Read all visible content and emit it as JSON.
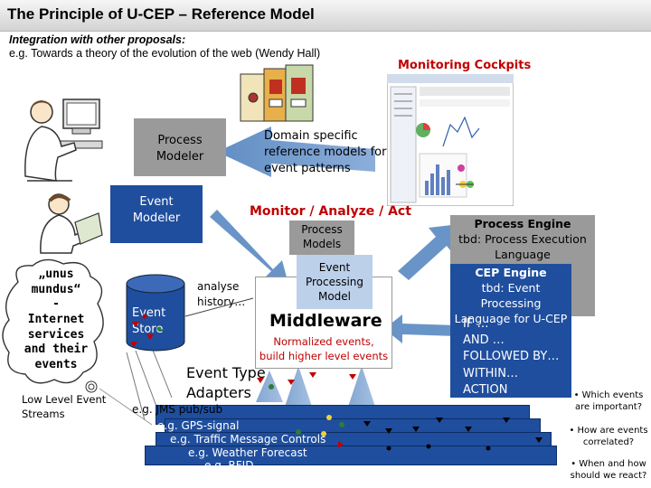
{
  "title": "The Principle of U-CEP – Reference Model",
  "subtitle_line1": "Integration with other proposals:",
  "subtitle_line2": "e.g. Towards a theory of the evolution of the web (Wendy Hall)",
  "labels": {
    "monitoring_cockpits": "Monitoring Cockpits",
    "monitor_analyze_act": "Monitor / Analyze / Act",
    "domain_specific": [
      "Domain specific",
      "reference models for",
      "event patterns"
    ],
    "process_modeler": [
      "Process",
      "Modeler"
    ],
    "event_modeler": [
      "Event",
      "Modeler"
    ],
    "unus_mundus": [
      "„unus",
      "mundus“",
      "-",
      "Internet",
      "services",
      "and their",
      "events"
    ],
    "low_level_streams": [
      "Low Level Event",
      "Streams"
    ],
    "event_store": [
      "Event",
      "Store"
    ],
    "analyse_history": [
      "analyse",
      "history…"
    ],
    "process_models": [
      "Process",
      "Models"
    ],
    "event_processing_model": [
      "Event",
      "Processing",
      "Model"
    ],
    "middleware": "Middleware",
    "normalized_events": [
      "Normalized events,",
      "build higher level events"
    ],
    "event_type_adapters": [
      "Event Type",
      "Adapters"
    ],
    "process_engine_title": "Process Engine",
    "process_engine_desc": [
      "tbd: Process Execution",
      "Language"
    ],
    "cep_engine_title": "CEP Engine",
    "cep_engine_desc": [
      "tbd: Event Processing",
      "Language for U-CEP"
    ],
    "rule_keywords": [
      "IF …",
      "AND …",
      "FOLLOWED BY…",
      "WITHIN…",
      "ACTION"
    ],
    "questions": [
      [
        "• Which events",
        "are important?"
      ],
      [
        "• How are events",
        "correlated?"
      ],
      [
        "• When and how",
        "should we react?"
      ]
    ],
    "streams": [
      "e.g. JMS pub/sub",
      "e.g. GPS-signal",
      "e.g. Traffic Message Controls",
      "e.g. Weather Forecast",
      "e.g. RFID …"
    ]
  },
  "colors": {
    "red_label": "#c00000",
    "dark_blue": "#1f4e9e",
    "arrow_blue": "#4f81bd",
    "gray_box": "#9a9a9a",
    "light_blue_box": "#bcd0ea"
  },
  "icons": [
    "person-at-computer-icon",
    "person-reading-icon",
    "folder-binders-icon",
    "monitoring-screenshot-icon",
    "globe-cloud-icon",
    "database-cylinder-icon"
  ]
}
